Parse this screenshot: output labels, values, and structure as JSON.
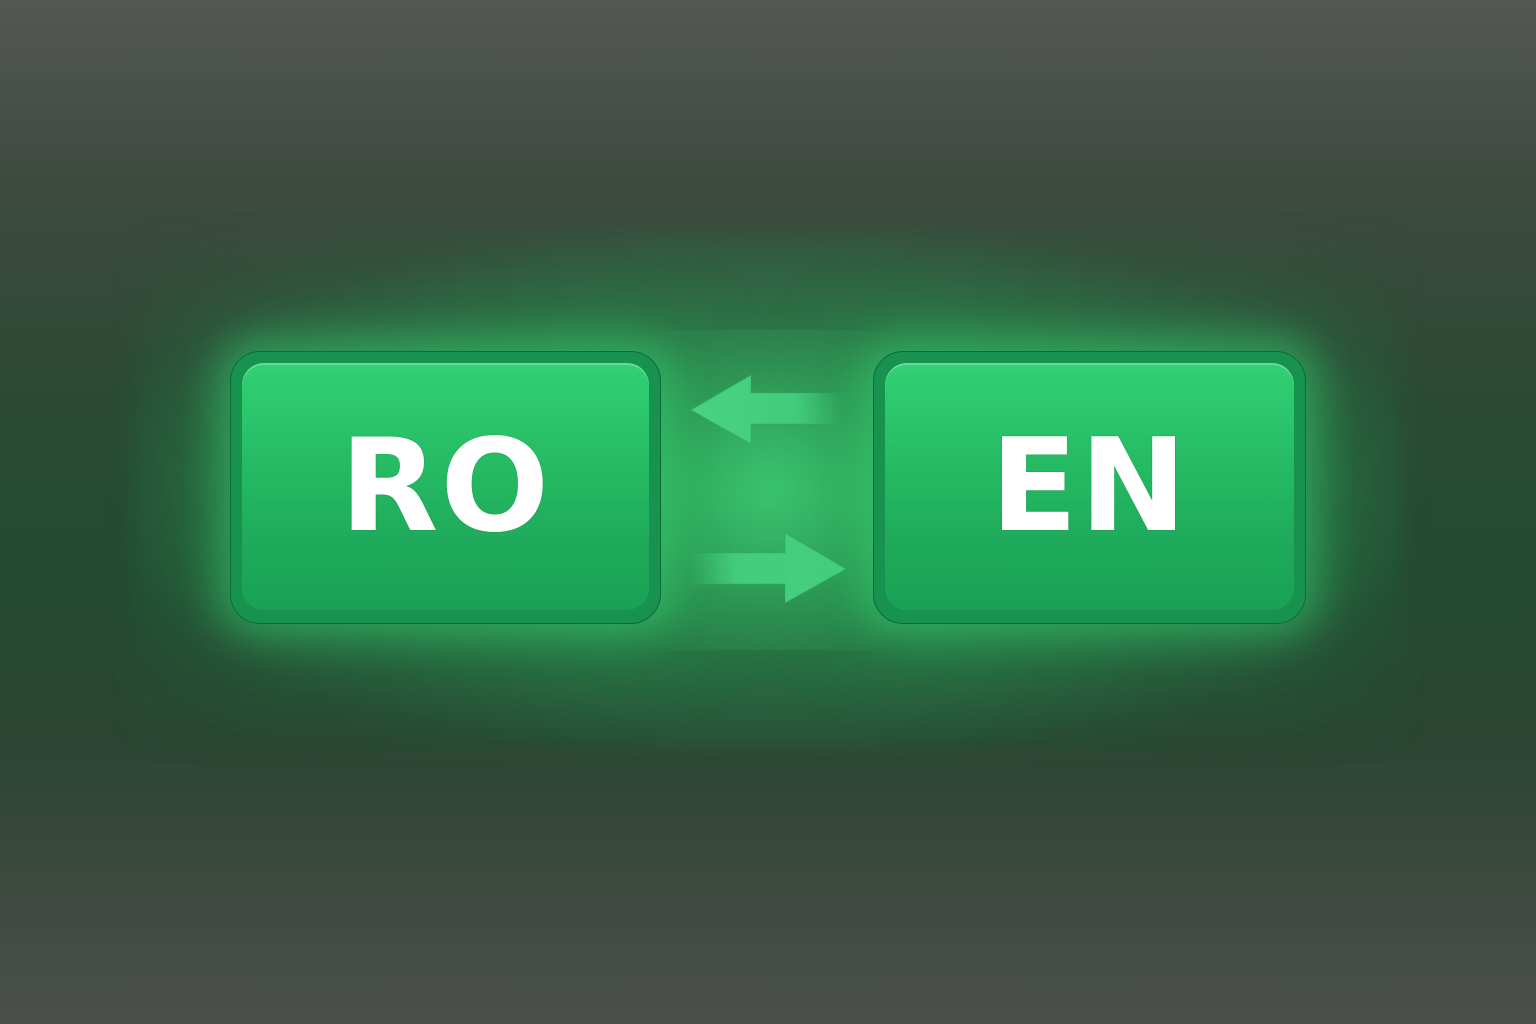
{
  "languages": {
    "source": {
      "code": "RO"
    },
    "target": {
      "code": "EN"
    }
  },
  "swap": {
    "left_arrow_icon": "arrow-left",
    "right_arrow_icon": "arrow-right"
  },
  "colors": {
    "button_face": "#26bb64",
    "button_border": "#17934f",
    "glow": "#2ebe64",
    "arrow": "#45d07e",
    "background_top": "#545754",
    "background_mid": "#244a31"
  }
}
